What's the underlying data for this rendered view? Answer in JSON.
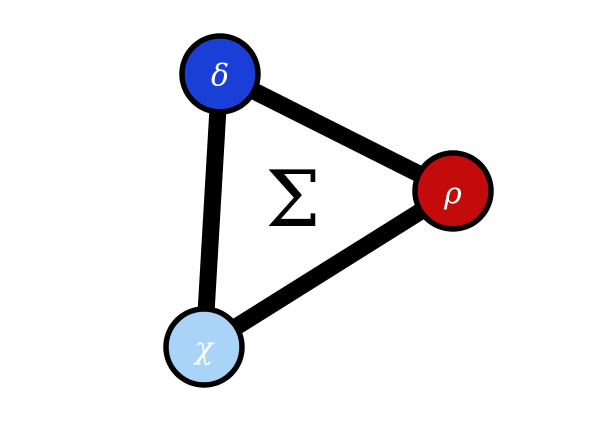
{
  "diagram": {
    "center_symbol": "Σ",
    "nodes": [
      {
        "id": "delta",
        "label": "δ",
        "fill": "#1a3fd6",
        "text_color": "#ffffff"
      },
      {
        "id": "rho",
        "label": "ρ",
        "fill": "#c40b0b",
        "text_color": "#ffffff"
      },
      {
        "id": "chi",
        "label": "χ",
        "fill": "#a9d4f7",
        "text_color": "#ffffff"
      }
    ],
    "edges": [
      {
        "from": "delta",
        "to": "rho"
      },
      {
        "from": "rho",
        "to": "chi"
      },
      {
        "from": "chi",
        "to": "delta"
      }
    ]
  }
}
